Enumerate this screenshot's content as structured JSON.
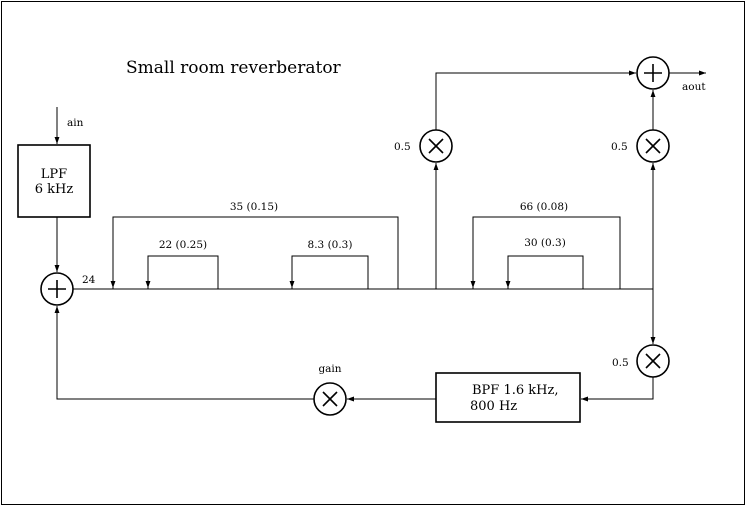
{
  "title": "Small room reverberator",
  "signals": {
    "input": "ain",
    "output": "aout"
  },
  "blocks": {
    "lpf": {
      "line1": "LPF",
      "line2": "6 kHz"
    },
    "bpf": {
      "line1": "BPF 1.6 kHz,",
      "line2": "800 Hz"
    }
  },
  "labels": {
    "input_delay": "24",
    "gain": "gain",
    "gain_top_left": "0.5",
    "gain_top_right": "0.5",
    "gain_bottom": "0.5"
  },
  "taps": {
    "outer_left": "35 (0.15)",
    "inner_left_a": "22 (0.25)",
    "inner_left_b": "8.3 (0.3)",
    "outer_right": "66 (0.08)",
    "inner_right": "30 (0.3)"
  }
}
